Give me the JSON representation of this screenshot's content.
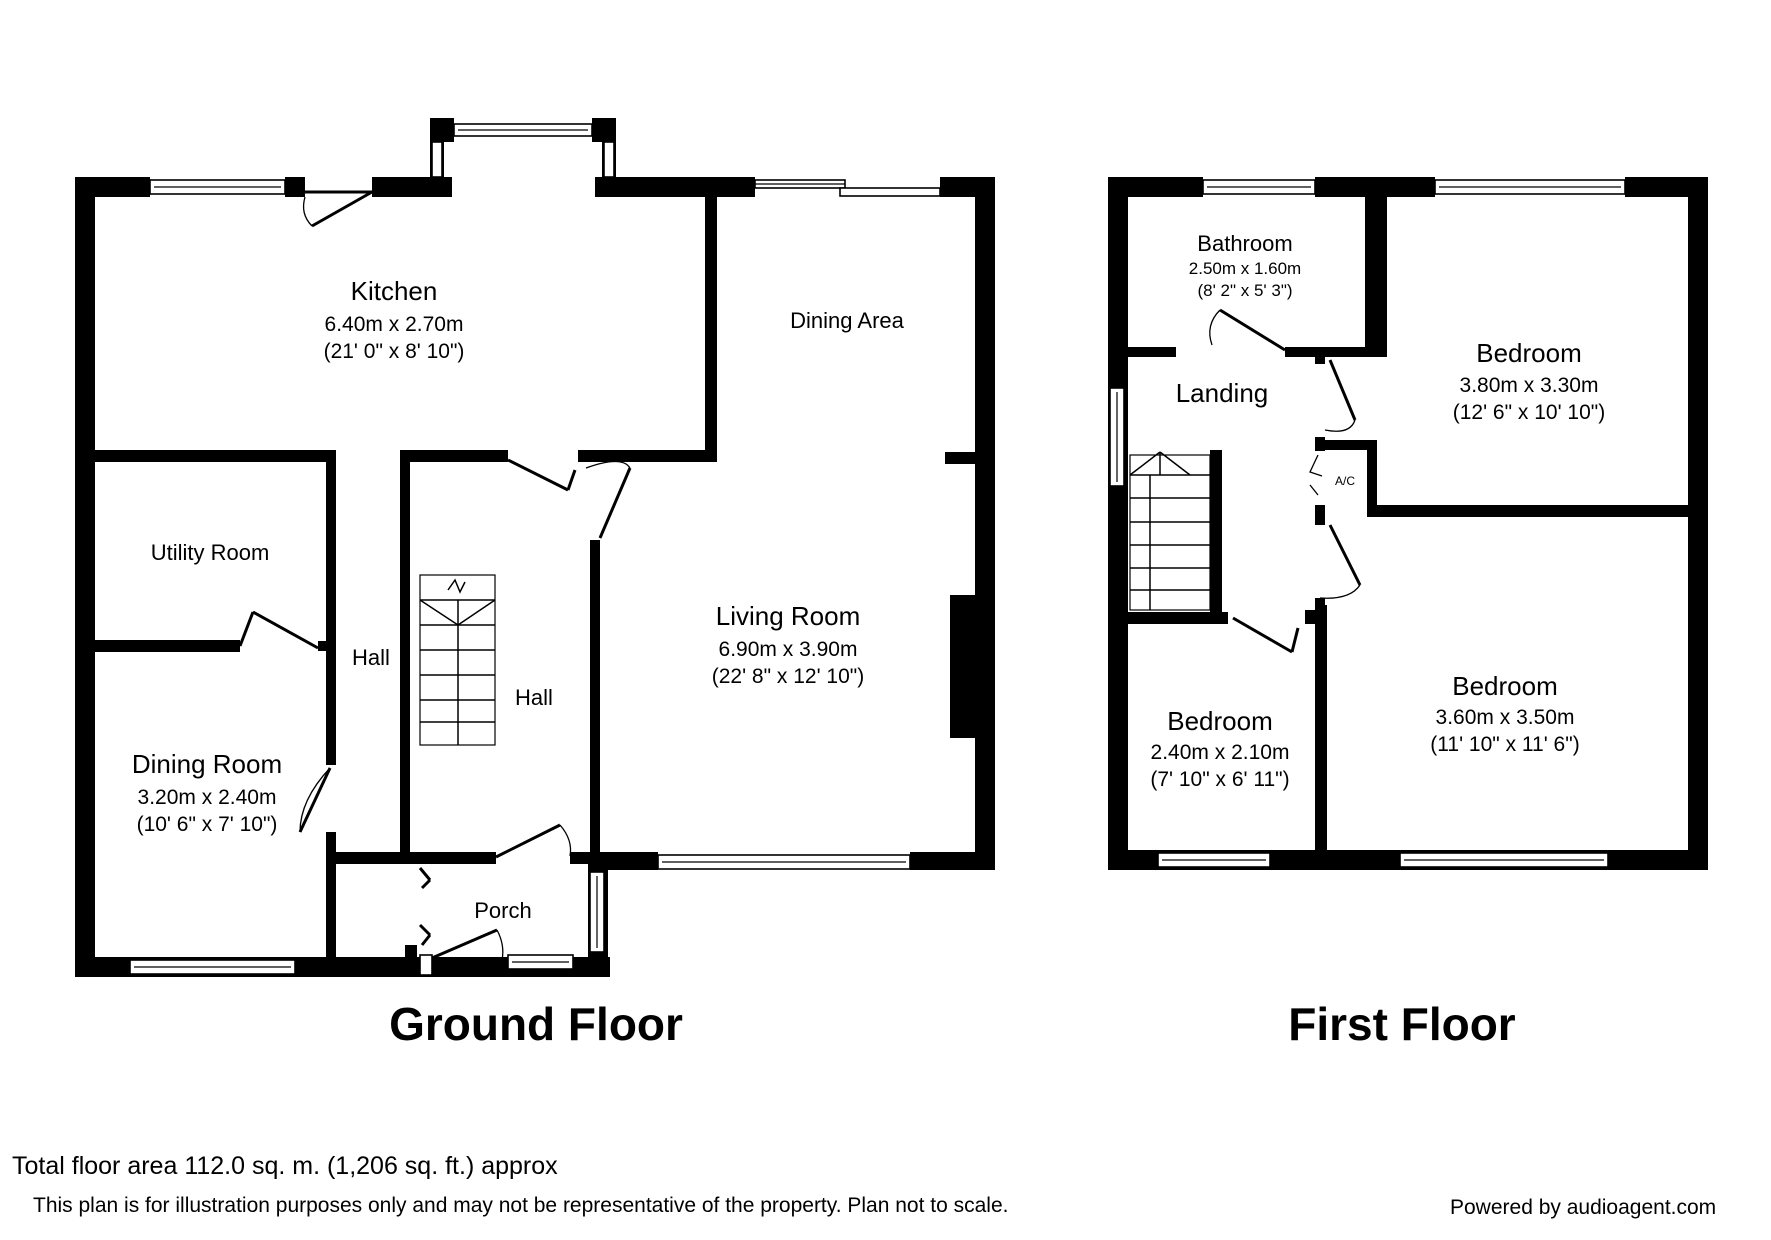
{
  "ground_floor": {
    "title": "Ground Floor",
    "rooms": {
      "kitchen": {
        "name": "Kitchen",
        "metric": "6.40m x 2.70m",
        "imperial": "(21' 0\" x 8' 10\")"
      },
      "dining_area": {
        "name": "Dining Area"
      },
      "utility_room": {
        "name": "Utility Room"
      },
      "hall_left": {
        "name": "Hall"
      },
      "hall_right": {
        "name": "Hall"
      },
      "living_room": {
        "name": "Living Room",
        "metric": "6.90m x 3.90m",
        "imperial": "(22' 8\" x 12' 10\")"
      },
      "dining_room": {
        "name": "Dining Room",
        "metric": "3.20m x 2.40m",
        "imperial": "(10' 6\" x 7' 10\")"
      },
      "porch": {
        "name": "Porch"
      }
    }
  },
  "first_floor": {
    "title": "First Floor",
    "rooms": {
      "bathroom": {
        "name": "Bathroom",
        "metric": "2.50m x 1.60m",
        "imperial": "(8' 2\" x 5' 3\")"
      },
      "landing": {
        "name": "Landing"
      },
      "bedroom_top": {
        "name": "Bedroom",
        "metric": "3.80m x 3.30m",
        "imperial": "(12' 6\" x 10' 10\")"
      },
      "airing_cupboard": {
        "name": "A/C"
      },
      "bedroom_small": {
        "name": "Bedroom",
        "metric": "2.40m x 2.10m",
        "imperial": "(7' 10\" x 6' 11\")"
      },
      "bedroom_large": {
        "name": "Bedroom",
        "metric": "3.60m x 3.50m",
        "imperial": "(11' 10\" x 11' 6\")"
      }
    }
  },
  "footer": {
    "total_area": "Total floor area 112.0 sq. m. (1,206 sq. ft.) approx",
    "disclaimer": "This plan is for illustration purposes only and may not be representative of the property. Plan not to scale.",
    "powered_by": "Powered by audioagent.com"
  }
}
